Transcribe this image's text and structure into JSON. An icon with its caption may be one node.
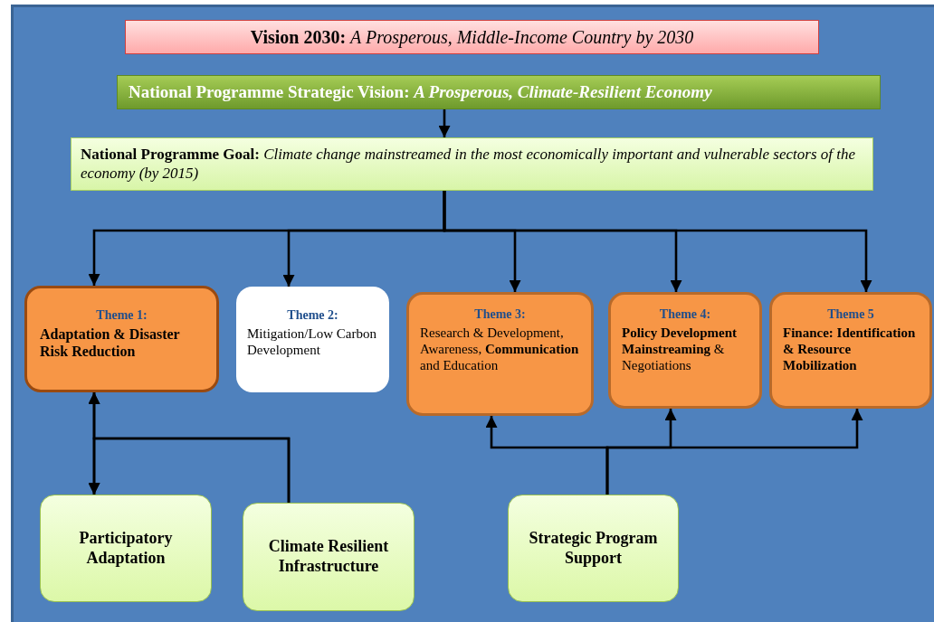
{
  "diagram": {
    "nodes": [
      {
        "text": [
          "**Vision 2030:**  *A Prosperous, Middle-Income Country by 2030*"
        ]
      },
      {
        "text": [
          "National Programme Strategic Vision:  *A Prosperous, Climate-Resilient Economy*"
        ]
      },
      {
        "text": [
          "**National Programme Goal:** *Climate change mainstreamed in the most economically important and vulnerable sectors of the economy (by 2015)*"
        ]
      },
      {
        "text": [
          "Theme 1:",
          "Adaptation & Disaster Risk Reduction"
        ]
      },
      {
        "text": [
          "Theme 2:",
          "Mitigation/Low Carbon Development"
        ]
      },
      {
        "text": [
          "Theme 3:",
          "Research & Development, Awareness, **Communication** and Education"
        ]
      },
      {
        "text": [
          "Theme 4:",
          "**Policy Development Mainstreaming** & Negotiations"
        ]
      },
      {
        "text": [
          "Theme 5",
          "Finance: Identification & Resource Mobilization"
        ]
      },
      {
        "text": [
          "Participatory Adaptation"
        ]
      },
      {
        "text": [
          "Climate Resilient Infrastructure"
        ]
      },
      {
        "text": [
          "Strategic Program Support"
        ]
      }
    ],
    "edges": [
      {
        "from": 1,
        "to": 2,
        "arrow": "to"
      },
      {
        "from": 2,
        "to": 3,
        "arrow": "to"
      },
      {
        "from": 2,
        "to": 4,
        "arrow": "to"
      },
      {
        "from": 2,
        "to": 5,
        "arrow": "to"
      },
      {
        "from": 2,
        "to": 6,
        "arrow": "to"
      },
      {
        "from": 2,
        "to": 7,
        "arrow": "to"
      },
      {
        "from": 8,
        "to": 3,
        "arrow": "both"
      },
      {
        "from": 9,
        "to": 3,
        "arrow": "to"
      },
      {
        "from": 9,
        "to": 8,
        "arrow": "to"
      },
      {
        "from": 10,
        "to": 5,
        "arrow": "to"
      },
      {
        "from": 10,
        "to": 6,
        "arrow": "to"
      },
      {
        "from": 10,
        "to": 7,
        "arrow": "to"
      }
    ]
  }
}
